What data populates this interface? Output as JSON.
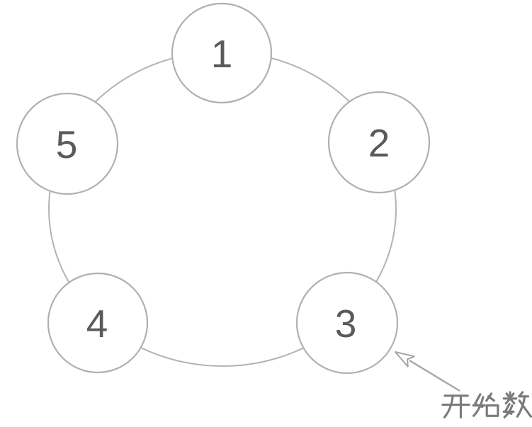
{
  "diagram": {
    "type": "circular-counting-diagram",
    "description_visible_elements": "five numbered circles arranged on a ring",
    "nodes": [
      {
        "label": "1"
      },
      {
        "label": "2"
      },
      {
        "label": "3"
      },
      {
        "label": "4"
      },
      {
        "label": "5"
      }
    ],
    "annotation": {
      "label": "开始数",
      "target_node_label": "3"
    },
    "colors": {
      "background": "#ffffff",
      "circle_stroke": "#b0b0b0",
      "ring_stroke": "#b3b3b3",
      "number_text": "#5a5a5a",
      "annotation_text": "#7b7b7b",
      "arrow": "#a6a6a6"
    }
  }
}
